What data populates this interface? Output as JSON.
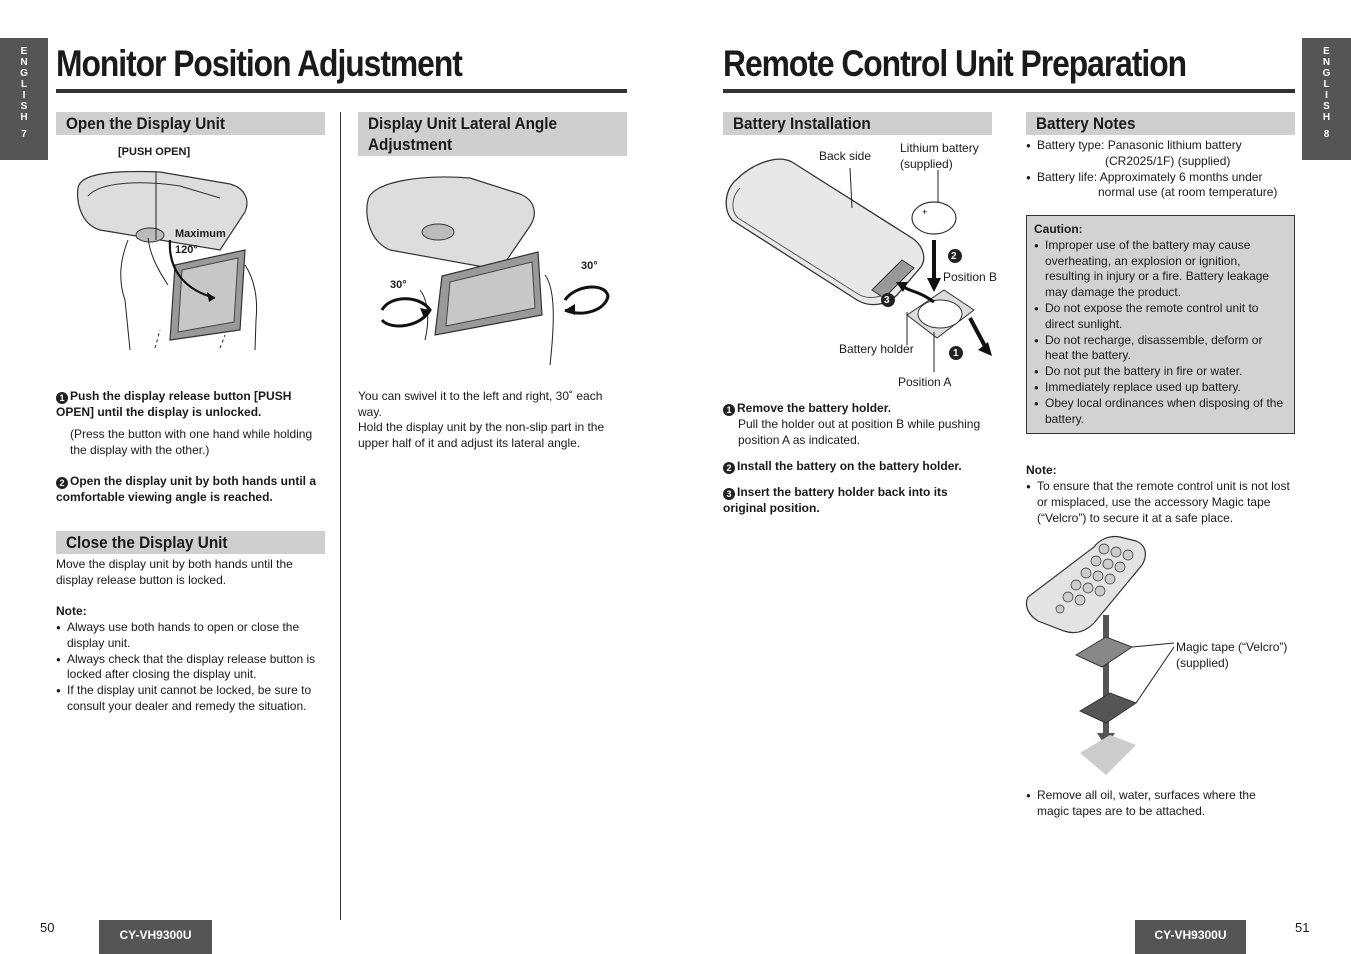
{
  "left_tab": {
    "letters": "E\nN\nG\nL\nI\nS\nH",
    "page": "7"
  },
  "right_tab": {
    "letters": "E\nN\nG\nL\nI\nS\nH",
    "page": "8"
  },
  "left": {
    "title": "Monitor Position Adjustment",
    "open": {
      "heading": "Open the Display Unit",
      "push_open_label": "[PUSH OPEN]",
      "max_label_1": "Maximum",
      "max_label_2": "120°",
      "step1_num": "1",
      "step1_bold": "Push the display release button [PUSH OPEN] until the display is unlocked.",
      "step1_note": "(Press the button with one hand while holding the display with the other.)",
      "step2_num": "2",
      "step2_bold": "Open the display unit by both hands until a comfortable viewing angle is reached."
    },
    "close": {
      "heading": "Close the Display Unit",
      "text": "Move the display unit by both hands until the display release button is locked.",
      "note_label": "Note:",
      "notes": [
        "Always use both hands to open or close the display unit.",
        "Always check that the display release button is locked after closing the display unit.",
        "If the display unit cannot be locked, be sure to consult your dealer and remedy the situation."
      ]
    },
    "lateral": {
      "heading": "Display Unit Lateral Angle Adjustment",
      "angle_left": "30°",
      "angle_right": "30°",
      "text1": "You can swivel it to the left and right, 30˚ each way.",
      "text2": "Hold the display unit by the non-slip part in the upper half of it and adjust its lateral angle."
    },
    "page_number": "50",
    "model": "CY-VH9300U"
  },
  "right": {
    "title": "Remote Control Unit Preparation",
    "battery_install": {
      "heading": "Battery Installation",
      "label_back_side": "Back side",
      "label_lithium_1": "Lithium battery",
      "label_lithium_2": "(supplied)",
      "label_position_b": "Position B",
      "label_battery_holder": "Battery holder",
      "label_position_a": "Position A",
      "marker_1": "1",
      "marker_2": "2",
      "marker_3": "3",
      "step1_num": "1",
      "step1_bold": "Remove the battery holder.",
      "step1_text": "Pull the holder out at position B while pushing position A as indicated.",
      "step2_num": "2",
      "step2_bold": "Install the battery on the battery holder.",
      "step3_num": "3",
      "step3_bold": "Insert the battery holder back into its original position."
    },
    "battery_notes": {
      "heading": "Battery Notes",
      "type_line1": "Battery type: Panasonic lithium battery",
      "type_line2": "(CR2025/1F) (supplied)",
      "life_line1": "Battery life: Approximately 6 months under",
      "life_line2": "normal use (at room temperature)",
      "caution_label": "Caution:",
      "cautions": [
        "Improper use of the battery may cause overheating, an explosion or ignition, resulting in injury or a fire. Battery leakage may damage the product.",
        "Do not expose the remote control unit to direct sunlight.",
        "Do not recharge, disassemble, deform or heat the battery.",
        "Do not put the battery in fire or water.",
        "Immediately replace used up battery.",
        "Obey local ordinances when disposing of the battery."
      ],
      "note_label": "Note:",
      "note": "To ensure that the remote control unit is not lost or misplaced, use the accessory Magic tape (“Velcro”) to secure it at a safe place.",
      "magic_label_1": "Magic tape (“Velcro”)",
      "magic_label_2": "(supplied)",
      "remove_note": "Remove all oil, water, surfaces where the magic tapes are to be attached."
    },
    "page_number": "51",
    "model": "CY-VH9300U"
  }
}
